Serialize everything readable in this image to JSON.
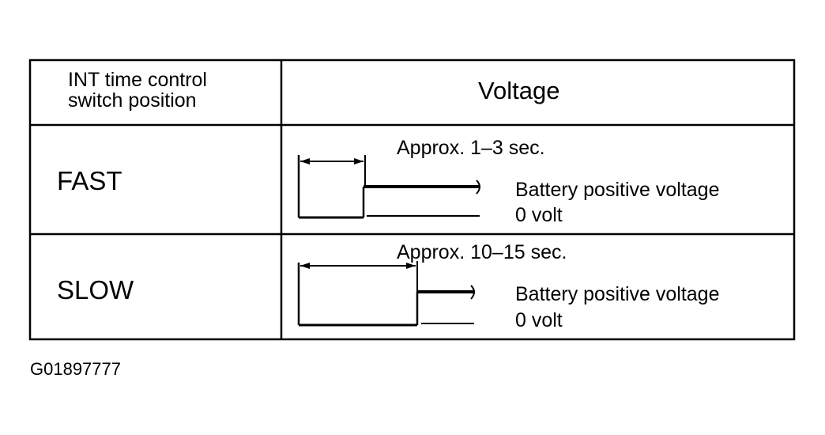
{
  "table": {
    "header": {
      "switch_position": "INT time control\nswitch position",
      "voltage": "Voltage"
    },
    "rows": [
      {
        "position": "FAST",
        "duration": "Approx. 1–3 sec.",
        "high_level": "Battery positive voltage",
        "low_level": "0 volt"
      },
      {
        "position": "SLOW",
        "duration": "Approx. 10–15 sec.",
        "high_level": "Battery positive voltage",
        "low_level": "0 volt"
      }
    ]
  },
  "figure_id": "G01897777"
}
